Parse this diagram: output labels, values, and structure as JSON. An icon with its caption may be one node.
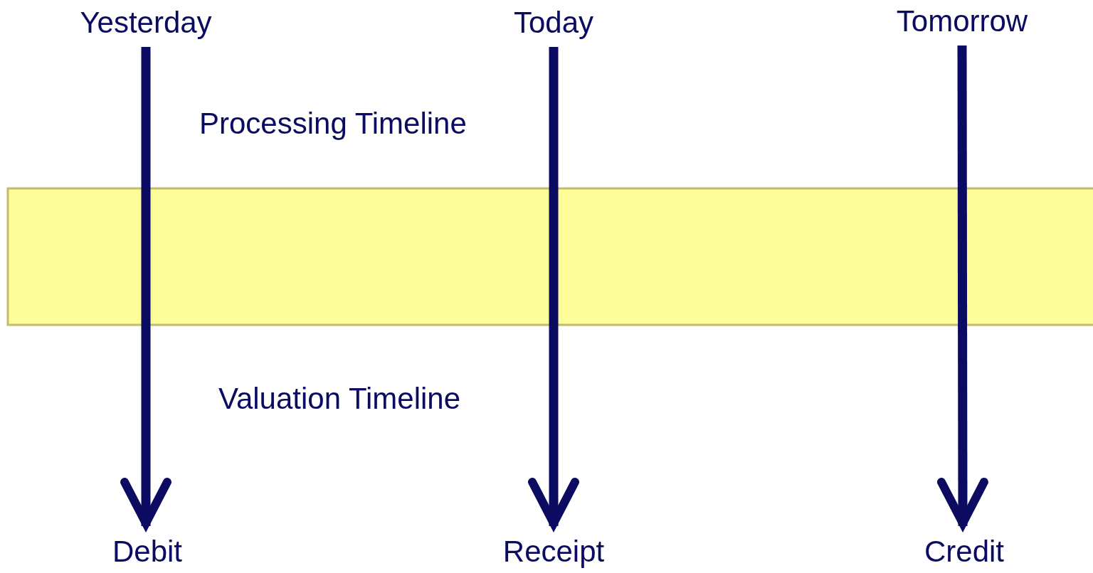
{
  "diagram": {
    "nodes": [
      {
        "text": [
          "Yesterday"
        ]
      },
      {
        "text": [
          "Today"
        ]
      },
      {
        "text": [
          "Tomorrow"
        ]
      },
      {
        "text": [
          "Debit"
        ]
      },
      {
        "text": [
          "Receipt"
        ]
      },
      {
        "text": [
          "Credit"
        ]
      }
    ],
    "edges": [
      {
        "from": 0,
        "to": 3,
        "arrow": "to"
      },
      {
        "from": 1,
        "to": 4,
        "arrow": "to"
      },
      {
        "from": 2,
        "to": 5,
        "arrow": "to"
      }
    ],
    "labels": [
      "Processing Timeline",
      "Valuation Timeline"
    ]
  }
}
